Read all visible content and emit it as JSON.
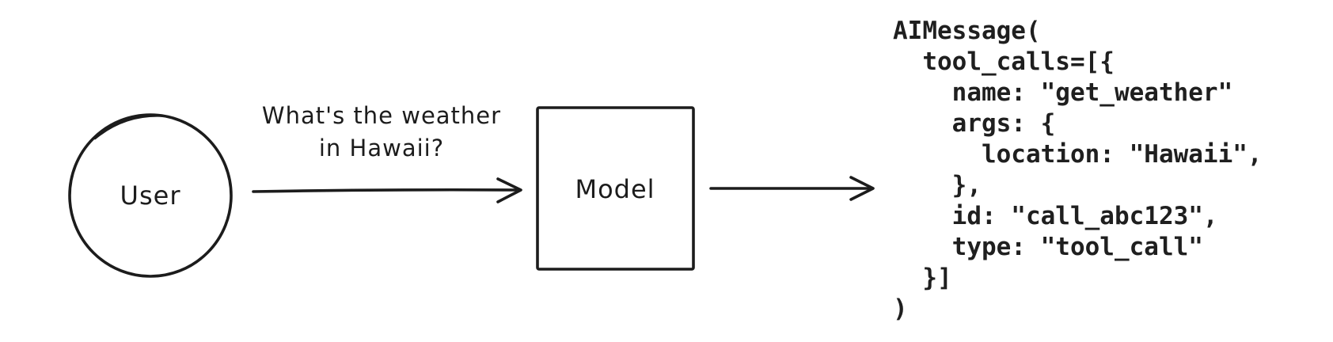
{
  "diagram": {
    "user_node": {
      "label": "User"
    },
    "model_node": {
      "label": "Model"
    },
    "request_arrow": {
      "label": "What's the weather\nin Hawaii?"
    },
    "output_code": {
      "lines": [
        "AIMessage(",
        "  tool_calls=[{",
        "    name: \"get_weather\"",
        "    args: {",
        "      location: \"Hawaii\",",
        "    },",
        "    id: \"call_abc123\",",
        "    type: \"tool_call\"",
        "  }]",
        ")"
      ]
    },
    "colors": {
      "ink": "#1c1c1c",
      "background": "#ffffff"
    }
  }
}
